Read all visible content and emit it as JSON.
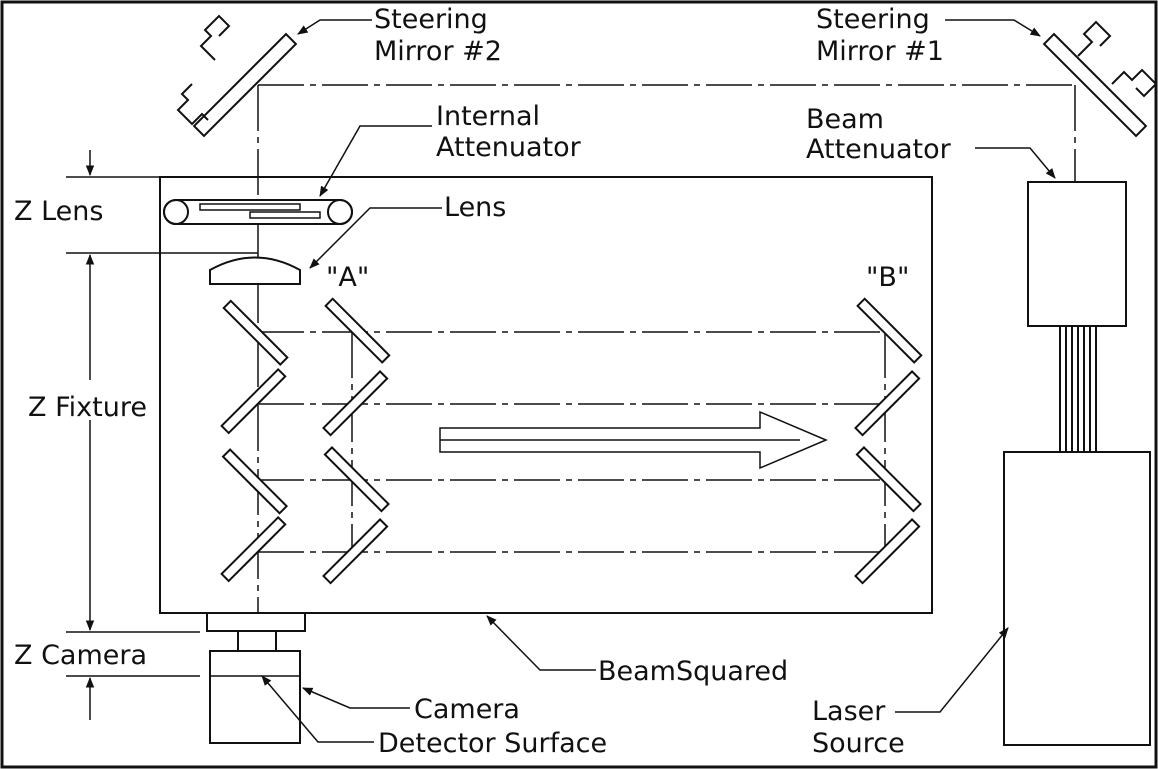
{
  "labels": {
    "steering_mirror_2": [
      "Steering",
      "Mirror #2"
    ],
    "steering_mirror_1": [
      "Steering",
      "Mirror #1"
    ],
    "internal_attenuator": [
      "Internal",
      "Attenuator"
    ],
    "beam_attenuator": [
      "Beam",
      "Attenuator"
    ],
    "lens": "Lens",
    "z_lens": "Z Lens",
    "z_fixture": "Z Fixture",
    "z_camera": "Z Camera",
    "point_a": "\"A\"",
    "point_b": "\"B\"",
    "beamsquared": "BeamSquared",
    "camera": "Camera",
    "detector_surface": "Detector Surface",
    "laser_source": [
      "Laser",
      "Source"
    ]
  },
  "colors": {
    "line": "#111111",
    "background": "#ffffff"
  }
}
